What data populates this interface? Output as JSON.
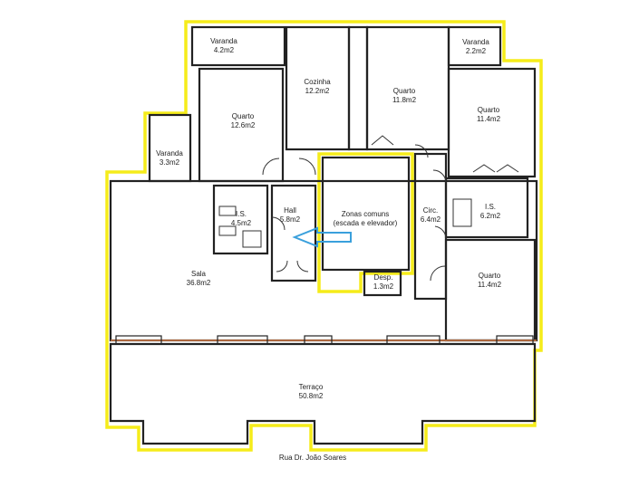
{
  "plan": {
    "rooms": [
      {
        "name": "Varanda",
        "area": "4.2m2"
      },
      {
        "name": "Cozinha",
        "area": "12.2m2"
      },
      {
        "name": "Quarto",
        "area": "11.8m2"
      },
      {
        "name": "Varanda",
        "area": "2.2m2"
      },
      {
        "name": "Quarto",
        "area": "12.6m2"
      },
      {
        "name": "Quarto",
        "area": "11.4m2"
      },
      {
        "name": "Varanda",
        "area": "3.3m2"
      },
      {
        "name": "I.S.",
        "area": "4.5m2"
      },
      {
        "name": "Hall",
        "area": "5.8m2"
      },
      {
        "name": "Zonas comuns",
        "area": "(escada e elevador)"
      },
      {
        "name": "Circ.",
        "area": "6.4m2"
      },
      {
        "name": "I.S.",
        "area": "6.2m2"
      },
      {
        "name": "Sala",
        "area": "36.8m2"
      },
      {
        "name": "Desp.",
        "area": "1.3m2"
      },
      {
        "name": "Quarto",
        "area": "11.4m2"
      },
      {
        "name": "Terraço",
        "area": "50.8m2"
      }
    ],
    "street": "Rua Dr. João Soares",
    "colors": {
      "outline": "#f5ec1a",
      "arrow": "#3aa0dc",
      "facade_line": "#d9804a",
      "walls": "#222222"
    }
  }
}
